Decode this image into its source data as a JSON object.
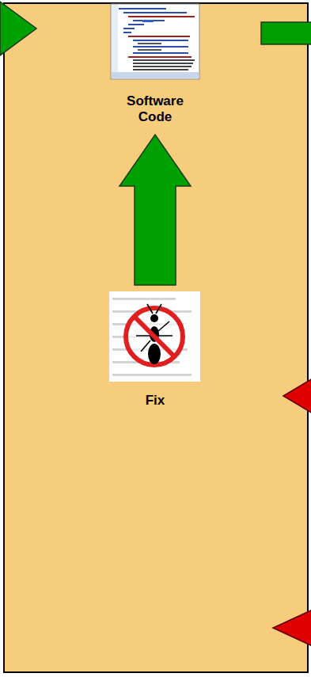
{
  "diagram": {
    "nodes": [
      {
        "text": [
          "Software Code"
        ]
      },
      {
        "text": [
          "Fix"
        ]
      }
    ],
    "edges": [
      {
        "from": 1,
        "to": 0,
        "arrow": "to"
      }
    ]
  }
}
